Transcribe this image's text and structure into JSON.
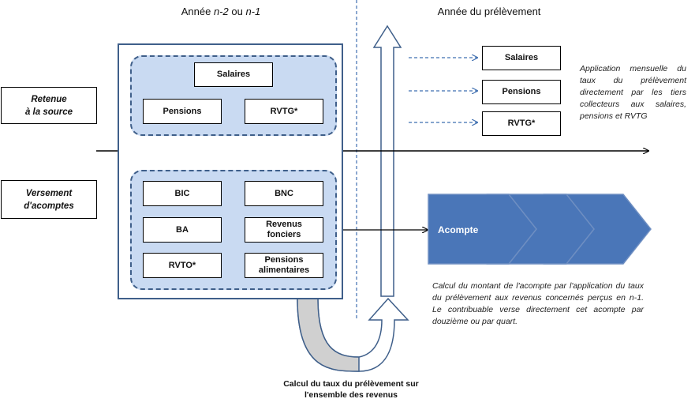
{
  "headers": {
    "left_pre": "Année ",
    "left_n2": "n-2",
    "left_mid": " ou ",
    "left_n1": "n-1",
    "right": "Année du prélèvement"
  },
  "left_labels": {
    "retenue_line1": "Retenue",
    "retenue_line2": "à la source",
    "versement_line1": "Versement",
    "versement_line2": "d'acomptes"
  },
  "source_income_group": {
    "salaires": "Salaires",
    "pensions": "Pensions",
    "rvtg": "RVTG*"
  },
  "acompte_income_group": {
    "bic": "BIC",
    "bnc": "BNC",
    "ba": "BA",
    "revenus_fonciers": "Revenus\nfonciers",
    "rvto": "RVTO*",
    "pensions_alimentaires": "Pensions\nalimentaires"
  },
  "prelevement_boxes": {
    "salaires": "Salaires",
    "pensions": "Pensions",
    "rvtg": "RVTG*"
  },
  "notes": {
    "application": "Application mensuelle du taux du prélèvement directement par les tiers collecteurs aux salaires, pensions et RVTG",
    "acompte_calc": "Calcul du montant de l'acompte par l'application du taux du prélèvement aux revenus concernés perçus en n-1. Le contribuable verse directement cet acompte par douzième ou par quart.",
    "taux_calc": "Calcul du taux du prélèvement sur l'ensemble des revenus"
  },
  "acompte_label": "Acompte",
  "colors": {
    "panel_border": "#3f5f8a",
    "group_fill": "#c9daf2",
    "chevron_fill": "#4a76b8",
    "chevron_border": "#6f8fc2",
    "curve_fill": "#d0d0d0"
  }
}
